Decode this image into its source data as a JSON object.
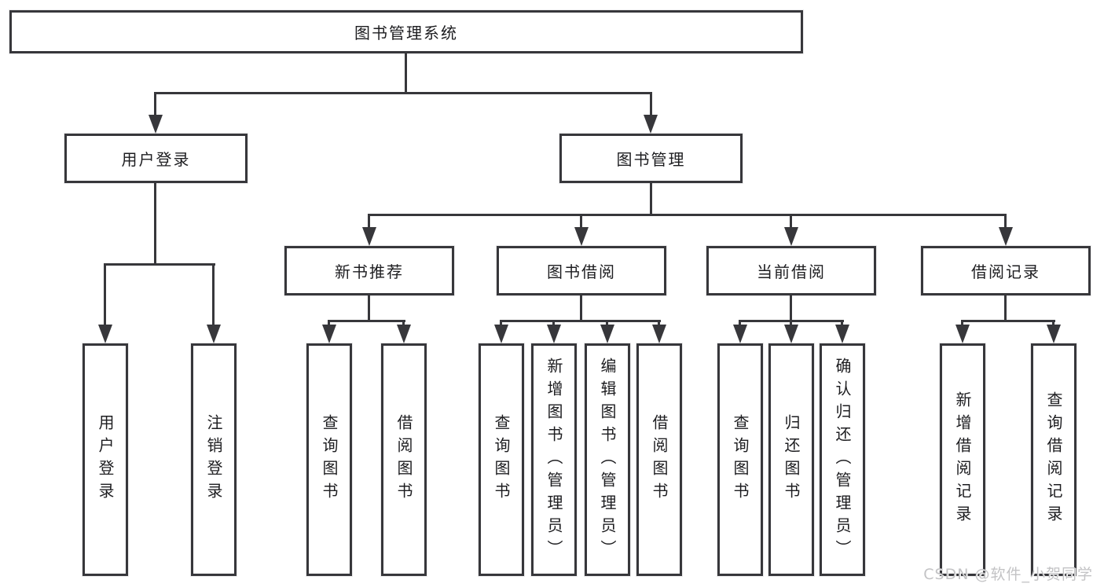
{
  "tree": {
    "label": "图书管理系统",
    "children": [
      {
        "label": "用户登录",
        "children": [
          {
            "label": "用户登录"
          },
          {
            "label": "注销登录"
          }
        ]
      },
      {
        "label": "图书管理",
        "children": [
          {
            "label": "新书推荐",
            "children": [
              {
                "label": "查询图书"
              },
              {
                "label": "借阅图书"
              }
            ]
          },
          {
            "label": "图书借阅",
            "children": [
              {
                "label": "查询图书"
              },
              {
                "label": "新增图书（管理员）"
              },
              {
                "label": "编辑图书（管理员）"
              },
              {
                "label": "借阅图书"
              }
            ]
          },
          {
            "label": "当前借阅",
            "children": [
              {
                "label": "查询图书"
              },
              {
                "label": "归还图书"
              },
              {
                "label": "确认归还（管理员）"
              }
            ]
          },
          {
            "label": "借阅记录",
            "children": [
              {
                "label": "新增借阅记录"
              },
              {
                "label": "查询借阅记录"
              }
            ]
          }
        ]
      }
    ]
  },
  "watermark": "CSDN @软件_小贺同学",
  "colors": {
    "line": "#37373b",
    "text": "#1d1d20",
    "watermark": "#c3c3c5",
    "background": "#ffffff"
  }
}
